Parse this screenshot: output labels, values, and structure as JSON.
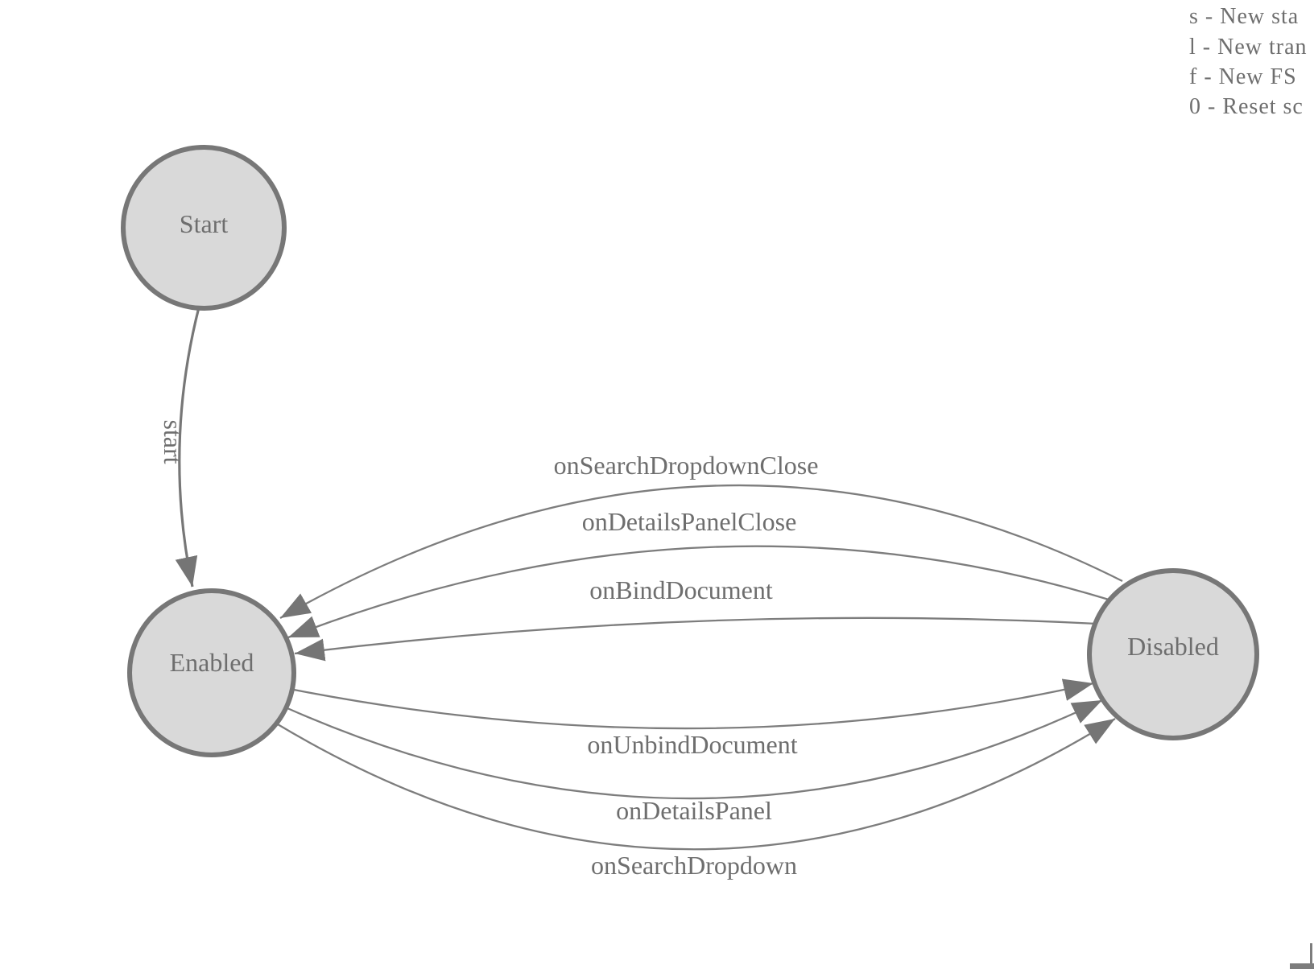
{
  "diagram": {
    "nodes": [
      {
        "id": "start",
        "label": "Start"
      },
      {
        "id": "enabled",
        "label": "Enabled"
      },
      {
        "id": "disabled",
        "label": "Disabled"
      }
    ],
    "edges": [
      {
        "label": "start",
        "from": "Start",
        "to": "Enabled"
      },
      {
        "label": "onSearchDropdownClose",
        "from": "Disabled",
        "to": "Enabled"
      },
      {
        "label": "onDetailsPanelClose",
        "from": "Disabled",
        "to": "Enabled"
      },
      {
        "label": "onBindDocument",
        "from": "Disabled",
        "to": "Enabled"
      },
      {
        "label": "onUnbindDocument",
        "from": "Enabled",
        "to": "Disabled"
      },
      {
        "label": "onDetailsPanel",
        "from": "Enabled",
        "to": "Disabled"
      },
      {
        "label": "onSearchDropdown",
        "from": "Enabled",
        "to": "Disabled"
      }
    ]
  },
  "legend": {
    "lines": [
      "s - New sta",
      "l - New tran",
      "f - New FS",
      "0 - Reset sc"
    ]
  },
  "colors": {
    "node_fill": "#d9d9d9",
    "node_stroke": "#777777",
    "edge_stroke": "#7d7d7d",
    "arrowhead": "#757575",
    "text": "#6e6e6e",
    "background": "#ffffff"
  }
}
